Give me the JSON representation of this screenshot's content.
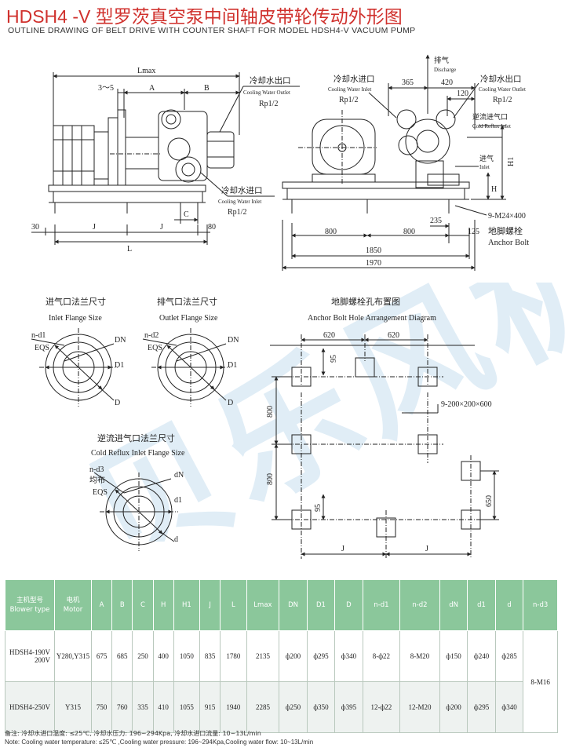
{
  "header": {
    "title": "HDSH4 -V 型罗茨真空泵中间轴皮带轮传动外形图",
    "subtitle": "OUTLINE DRAWING OF BELT DRIVE WITH COUNTER SHAFT FOR MODEL HDSH4-V VACUUM PUMP"
  },
  "front_view": {
    "lmax": "Lmax",
    "gap": "3～5",
    "a": "A",
    "b": "B",
    "cw_outlet_cn": "冷却水出口",
    "cw_outlet_en": "Cooling Water Outlet",
    "rp_out": "Rp1/2",
    "cw_inlet_cn": "冷却水进口",
    "cw_inlet_en": "Cooling Water Inlet",
    "rp_in": "Rp1/2",
    "c": "C",
    "d30": "30",
    "j1": "J",
    "j2": "J",
    "d80": "80",
    "l": "L"
  },
  "side_view": {
    "discharge_cn": "排气",
    "discharge_en": "Discharge",
    "cw_inlet_cn": "冷却水进口",
    "cw_inlet_en": "Cooling Water Inlet",
    "rp_in": "Rp1/2",
    "d365": "365",
    "d420": "420",
    "d120": "120",
    "cw_outlet_cn": "冷却水出口",
    "cw_outlet_en": "Cooling Water Outlet",
    "rp_out": "Rp1/2",
    "reflux_cn": "逆流进气口",
    "reflux_en": "Cold Reflux Inlet",
    "inlet_cn": "进气",
    "inlet_en": "Inlet",
    "h1": "H1",
    "h": "H",
    "bolts": "9-M24×400",
    "d235": "235",
    "d800a": "800",
    "d800b": "800",
    "d125": "125",
    "anchor_cn": "地脚螺栓",
    "anchor_en": "Anchor Bolt",
    "d1850": "1850",
    "d1970": "1970"
  },
  "inlet_flange": {
    "title_cn": "进气口法兰尺寸",
    "title_en": "Inlet Flange Size",
    "nd": "n-d1",
    "eqs": "EQS",
    "dn": "DN",
    "d1": "D1",
    "d": "D"
  },
  "outlet_flange": {
    "title_cn": "排气口法兰尺寸",
    "title_en": "Outlet Flange Size",
    "nd": "n-d2",
    "eqs": "EQS",
    "dn": "DN",
    "d1": "D1",
    "d": "D"
  },
  "reflux_flange": {
    "title_cn": "逆流进气口法兰尺寸",
    "title_en": "Cold Reflux Inlet Flange Size",
    "nd": "n-d3",
    "even_cn": "均布",
    "eqs": "EQS",
    "dn": "dN",
    "d1": "d1",
    "d": "d"
  },
  "anchor_layout": {
    "title_cn": "地脚螺栓孔布置图",
    "title_en": "Anchor Bolt Hole Arrangement Diagram",
    "d620a": "620",
    "d620b": "620",
    "d95a": "95",
    "holes": "9-200×200×600",
    "d800a": "800",
    "d800b": "800",
    "d95b": "95",
    "d650": "650",
    "j1": "J",
    "j2": "J"
  },
  "watermark": {
    "text": "贝乐风机"
  },
  "table": {
    "headers": [
      {
        "cn": "主机型号",
        "en": "Blower type"
      },
      {
        "cn": "电机",
        "en": "Motor"
      },
      {
        "cn": "",
        "en": "A"
      },
      {
        "cn": "",
        "en": "B"
      },
      {
        "cn": "",
        "en": "C"
      },
      {
        "cn": "",
        "en": "H"
      },
      {
        "cn": "",
        "en": "H1"
      },
      {
        "cn": "",
        "en": "J"
      },
      {
        "cn": "",
        "en": "L"
      },
      {
        "cn": "",
        "en": "Lmax"
      },
      {
        "cn": "",
        "en": "DN"
      },
      {
        "cn": "",
        "en": "D1"
      },
      {
        "cn": "",
        "en": "D"
      },
      {
        "cn": "",
        "en": "n-d1"
      },
      {
        "cn": "",
        "en": "n-d2"
      },
      {
        "cn": "",
        "en": "dN"
      },
      {
        "cn": "",
        "en": "d1"
      },
      {
        "cn": "",
        "en": "d"
      },
      {
        "cn": "",
        "en": "n-d3"
      }
    ],
    "rows": [
      [
        "HDSH4-190V 200V",
        "Y280,Y315",
        "675",
        "685",
        "250",
        "400",
        "1050",
        "835",
        "1780",
        "2135",
        "ф200",
        "ф295",
        "ф340",
        "8-ф22",
        "8-M20",
        "ф150",
        "ф240",
        "ф285"
      ],
      [
        "HDSH4-250V",
        "Y315",
        "750",
        "760",
        "335",
        "410",
        "1055",
        "915",
        "1940",
        "2285",
        "ф250",
        "ф350",
        "ф395",
        "12-ф22",
        "12-M20",
        "ф200",
        "ф295",
        "ф340"
      ]
    ],
    "merged_value": "8-M16"
  },
  "notes": {
    "cn": "备注: 冷却水进口温度: ≤25℃, 冷却水压力: 196~294Kpa, 冷却水进口流量: 10~13L/min",
    "en": "Note: Cooling water temperature: ≤25℃ ,Cooling water pressure: 196~294Kpa,Cooling water flow: 10~13L/min"
  },
  "colors": {
    "title": "#d0312d",
    "table_header": "#8bc79b",
    "watermark": "#c7dff0",
    "line": "#222222"
  }
}
